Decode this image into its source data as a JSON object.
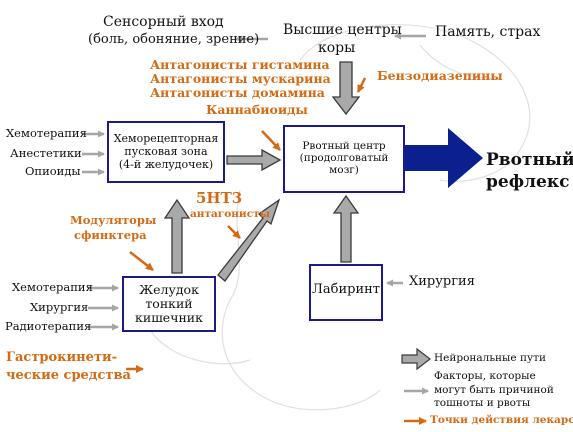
{
  "sources": {
    "sensory": [
      "Сенсорный вход",
      "(боль, обоняние, зрение)"
    ],
    "higher_centers": [
      "Высшие центры",
      "коры"
    ],
    "memory": "Память, страх"
  },
  "drugs": {
    "antagonists": [
      "Антагонисты гистамина",
      "Антагонисты мускарина",
      "Антагонисты домамина"
    ],
    "cannabinoids": "Каннабиоиды",
    "benzodiazepines": "Бензодиазепины",
    "ht3_title": "5HT3",
    "ht3_sub": "антагонисты",
    "sphincter": [
      "Модуляторы",
      "сфинктера"
    ],
    "gastrokinetics": [
      "Гастрокинети-",
      "ческие средства"
    ]
  },
  "left_inputs_top": [
    "Хемотерапия",
    "Анестетики",
    "Опиоиды"
  ],
  "left_inputs_bottom": [
    "Хемотерапия",
    "Хирургия",
    "Радиотерапия"
  ],
  "boxes": {
    "ctz": [
      "Хеморецепторная",
      "пусковая зона",
      "(4-й желудочек)"
    ],
    "vomiting_center": [
      "Рвотный центр",
      "(продолговатый",
      "мозг)"
    ],
    "stomach": [
      "Желудок",
      "тонкий",
      "кишечник"
    ],
    "labyrinth": "Лабиринт"
  },
  "surgery_right": "Хирургия",
  "output": [
    "Рвотный",
    "рефлекс"
  ],
  "legend": {
    "neural": "Нейрональные пути",
    "factors": [
      "Факторы, которые",
      "могут быть причиной",
      "тошноты и рвоты"
    ],
    "drug_sites": "Точки действия лекарств"
  },
  "colors": {
    "box_border": "#1a1a8c",
    "drug": "#d36a14",
    "arrow_gray": "#a6a6a6",
    "output_arrow": "#0b1f8f"
  }
}
